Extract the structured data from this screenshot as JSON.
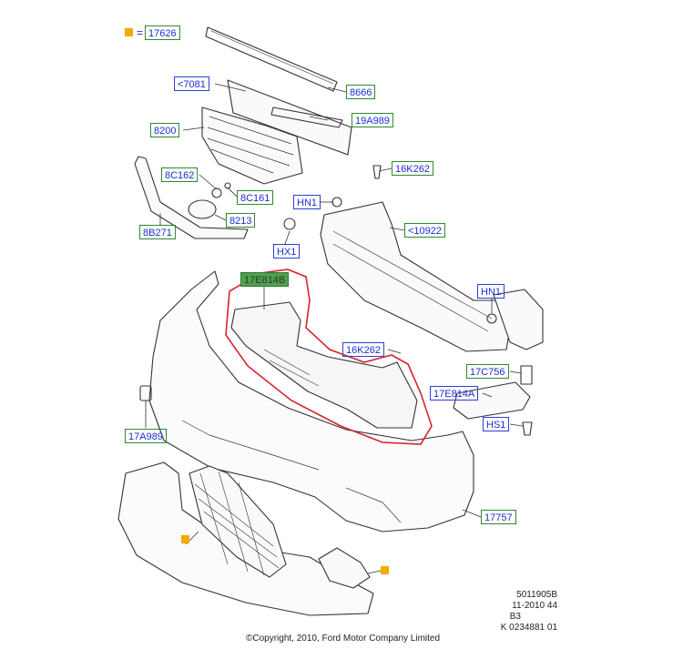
{
  "legend": {
    "marker_color": "#f5a800",
    "equals": "=",
    "part": "17626"
  },
  "labels": [
    {
      "id": "17626",
      "text": "17626",
      "style": "green"
    },
    {
      "id": "7081",
      "text": "<7081",
      "style": "blue"
    },
    {
      "id": "8666",
      "text": "8666",
      "style": "green"
    },
    {
      "id": "8200",
      "text": "8200",
      "style": "green"
    },
    {
      "id": "19A989",
      "text": "19A989",
      "style": "green"
    },
    {
      "id": "8C162",
      "text": "8C162",
      "style": "green"
    },
    {
      "id": "16K262a",
      "text": "16K262",
      "style": "green"
    },
    {
      "id": "8C161",
      "text": "8C161",
      "style": "green"
    },
    {
      "id": "HN1a",
      "text": "HN1",
      "style": "blue"
    },
    {
      "id": "8213",
      "text": "8213",
      "style": "green"
    },
    {
      "id": "10922",
      "text": "<10922",
      "style": "green"
    },
    {
      "id": "8B271",
      "text": "8B271",
      "style": "green"
    },
    {
      "id": "HX1",
      "text": "HX1",
      "style": "blue"
    },
    {
      "id": "17E814B",
      "text": "17E814B",
      "style": "filled"
    },
    {
      "id": "HN1b",
      "text": "HN1",
      "style": "blue"
    },
    {
      "id": "16K262b",
      "text": "16K262",
      "style": "blue"
    },
    {
      "id": "17C756",
      "text": "17C756",
      "style": "green"
    },
    {
      "id": "17E814A",
      "text": "17E814A",
      "style": "blue"
    },
    {
      "id": "HS1",
      "text": "HS1",
      "style": "blue"
    },
    {
      "id": "17A989",
      "text": "17A989",
      "style": "green"
    },
    {
      "id": "17757",
      "text": "17757",
      "style": "green"
    }
  ],
  "reference": [
    "5011905B",
    "11-2010 44",
    "B3",
    "K 0234881 01"
  ],
  "copyright": "©Copyright, 2010, Ford Motor Company Limited",
  "colors": {
    "highlight": "#d8232a",
    "line": "#333333"
  }
}
